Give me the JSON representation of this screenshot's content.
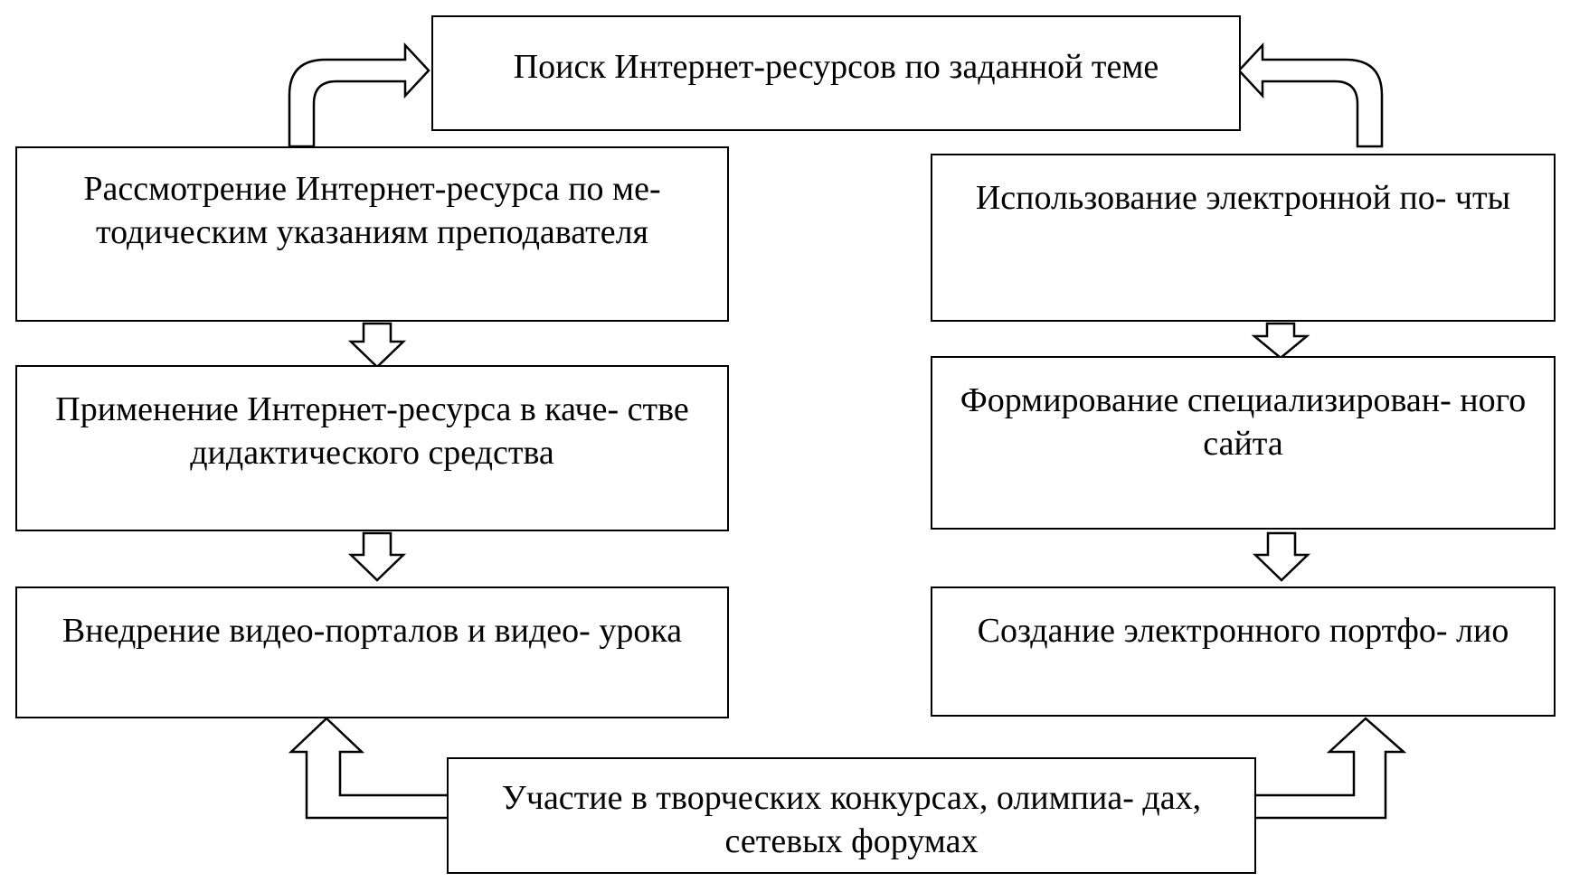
{
  "diagram": {
    "top_box": "Поиск Интернет-ресурсов по заданной теме",
    "left": [
      "Рассмотрение Интернет-ресурса по ме- тодическим указаниям преподавателя",
      "Применение Интернет-ресурса в каче- стве дидактического средства",
      "Внедрение видео-порталов и видео- урока"
    ],
    "right": [
      "Использование электронной по- чты",
      "Формирование специализирован- ного сайта",
      "Создание электронного портфо- лио"
    ],
    "bottom_box": "Участие в творческих конкурсах, олимпиа- дах, сетевых форумах"
  }
}
